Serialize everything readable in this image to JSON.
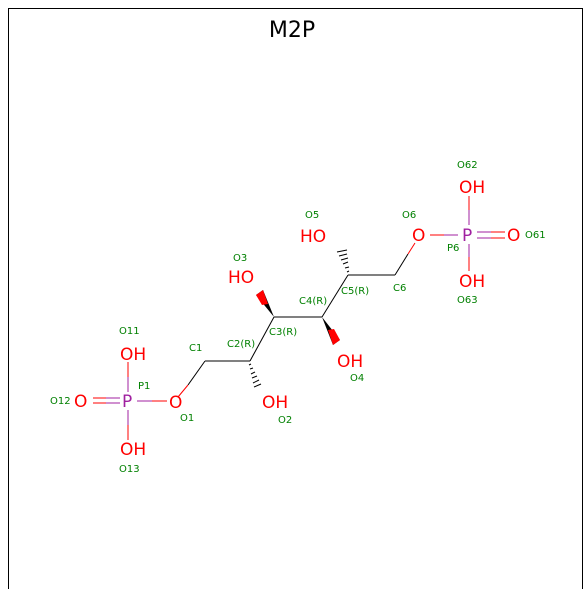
{
  "title": "M2P",
  "colors": {
    "oxygen": "#ff0000",
    "phosphorus": "#a020a0",
    "carbon": "#000000",
    "label": "#008000"
  },
  "atoms": {
    "oh_p1_top": "OH",
    "o_p1_left": "O",
    "p1": "P",
    "o_p1_right": "O",
    "oh_p1_bottom": "OH",
    "oh_c2": "OH",
    "oh_c3": "HO",
    "oh_c4": "OH",
    "oh_c5": "HO",
    "o_p6_left": "O",
    "p6": "P",
    "o_p6_right": "O",
    "oh_p6_top": "OH",
    "oh_p6_bottom": "OH"
  },
  "labels": {
    "o11": "O11",
    "p1": "P1",
    "o12": "O12",
    "o1": "O1",
    "o13": "O13",
    "c1": "C1",
    "c2": "C2(R)",
    "o2": "O2",
    "c3": "C3(R)",
    "o3": "O3",
    "c4": "C4(R)",
    "o4": "O4",
    "c5": "C5(R)",
    "o5": "O5",
    "c6": "C6",
    "o6": "O6",
    "o62": "O62",
    "p6": "P6",
    "o61": "O61",
    "o63": "O63"
  }
}
